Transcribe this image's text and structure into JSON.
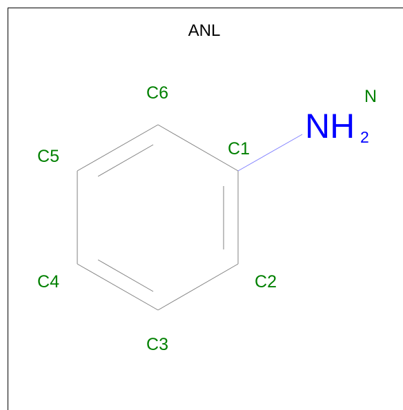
{
  "title": "ANL",
  "colors": {
    "carbon_label": "#008000",
    "nitrogen": "#0000ff",
    "bond": "#808080",
    "cn_bond": "#8080ff",
    "title": "#000000"
  },
  "atom_labels": {
    "c1": "C1",
    "c2": "C2",
    "c3": "C3",
    "c4": "C4",
    "c5": "C5",
    "c6": "C6",
    "n": "N",
    "nh2_main": "NH",
    "nh2_sub": "2"
  }
}
